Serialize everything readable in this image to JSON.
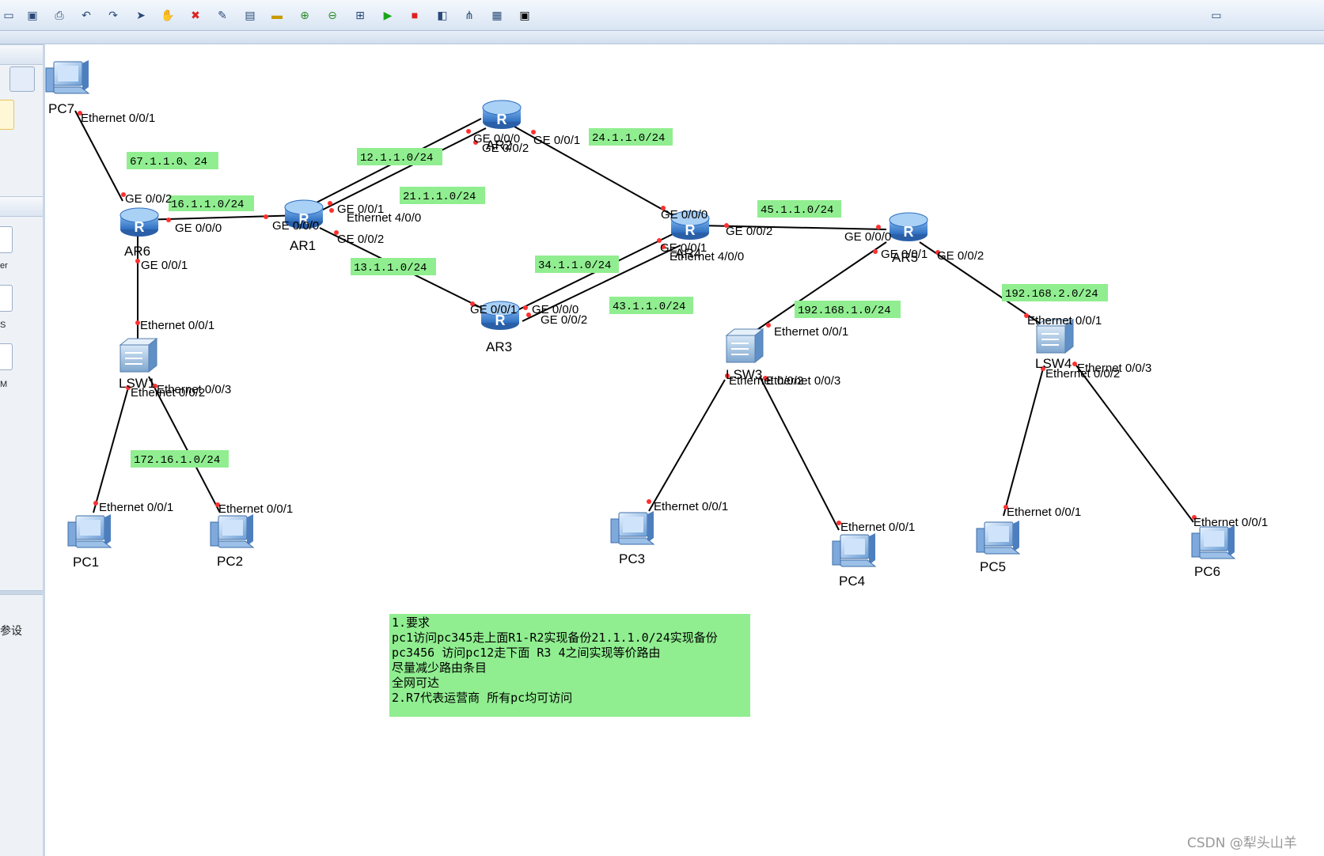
{
  "toolbar": {
    "buttons": [
      "new",
      "save",
      "print",
      "undo",
      "redo",
      "select",
      "hand",
      "delete",
      "delete-link",
      "text",
      "rectangle",
      "zoom-in",
      "zoom-out",
      "fit",
      "start",
      "stop",
      "capture",
      "topology",
      "grid",
      "terminal"
    ],
    "right_button": "chat"
  },
  "left_panel": {
    "labels": [
      "er",
      "S",
      "M",
      "参设"
    ]
  },
  "devices": {
    "PC7": "PC7",
    "AR6": "AR6",
    "AR1": "AR1",
    "AR2": "AR2",
    "AR3": "AR3",
    "AR4": "AR4",
    "AR5": "AR5",
    "LSW1": "LSW1",
    "LSW3": "LSW3",
    "LSW4": "LSW4",
    "PC1": "PC1",
    "PC2": "PC2",
    "PC3": "PC3",
    "PC4": "PC4",
    "PC5": "PC5",
    "PC6": "PC6"
  },
  "interfaces": {
    "pc7_e001": "Ethernet 0/0/1",
    "ar6_ge002": "GE 0/0/2",
    "ar6_ge000": "GE 0/0/0",
    "ar6_ge001": "GE 0/0/1",
    "ar1_ge000": "GE 0/0/0",
    "ar1_ge001": "GE 0/0/1",
    "ar1_e400": "Ethernet 4/0/0",
    "ar1_ge002": "GE 0/0/2",
    "ar2_ge000": "GE 0/0/0",
    "ar2_ge002": "GE 0/0/2",
    "ar2_ge001": "GE 0/0/1",
    "ar3_ge001": "GE 0/0/1",
    "ar3_ge000": "GE 0/0/0",
    "ar3_ge002": "GE 0/0/2",
    "ar4_ge000": "GE 0/0/0",
    "ar4_ge002": "GE 0/0/2",
    "ar4_ge001": "GE 0/0/1",
    "ar4_e400": "Ethernet 4/0/0",
    "ar5_ge000": "GE 0/0/0",
    "ar5_ge001": "GE 0/0/1",
    "ar5_ge002": "GE 0/0/2",
    "lsw1_e001": "Ethernet 0/0/1",
    "lsw1_e002": "Ethernet 0/0/2",
    "lsw1_e003": "Ethernet 0/0/3",
    "lsw3_e001": "Ethernet 0/0/1",
    "lsw3_e002": "Ethernet 0/0/2",
    "lsw3_e003": "Ethernet 0/0/3",
    "lsw4_e001": "Ethernet 0/0/1",
    "lsw4_e002": "Ethernet 0/0/2",
    "lsw4_e003": "Ethernet 0/0/3",
    "pc1_e001": "Ethernet 0/0/1",
    "pc2_e001": "Ethernet 0/0/1",
    "pc3_e001": "Ethernet 0/0/1",
    "pc4_e001": "Ethernet 0/0/1",
    "pc5_e001": "Ethernet 0/0/1",
    "pc6_e001": "Ethernet 0/0/1"
  },
  "networks": {
    "n67": "67.1.1.0、24",
    "n16": "16.1.1.0/24",
    "n12": "12.1.1.0/24",
    "n21": "21.1.1.0/24",
    "n13": "13.1.1.0/24",
    "n24": "24.1.1.0/24",
    "n34": "34.1.1.0/24",
    "n43": "43.1.1.0/24",
    "n45": "45.1.1.0/24",
    "n1921": "192.168.1.0/24",
    "n1922": "192.168.2.0/24",
    "n172": "172.16.1.0/24"
  },
  "note": {
    "lines": [
      "1.要求",
      "pc1访问pc345走上面R1-R2实现备份21.1.1.0/24实现备份",
      "pc3456 访问pc12走下面 R3 4之间实现等价路由",
      "尽量减少路由条目",
      "全网可达",
      "2.R7代表运营商 所有pc均可访问"
    ]
  },
  "watermark": "CSDN @犁头山羊",
  "colors": {
    "link": "#000000",
    "port": "#ff3030",
    "net_bg": "#90ee90",
    "router": "#3f86d6"
  }
}
